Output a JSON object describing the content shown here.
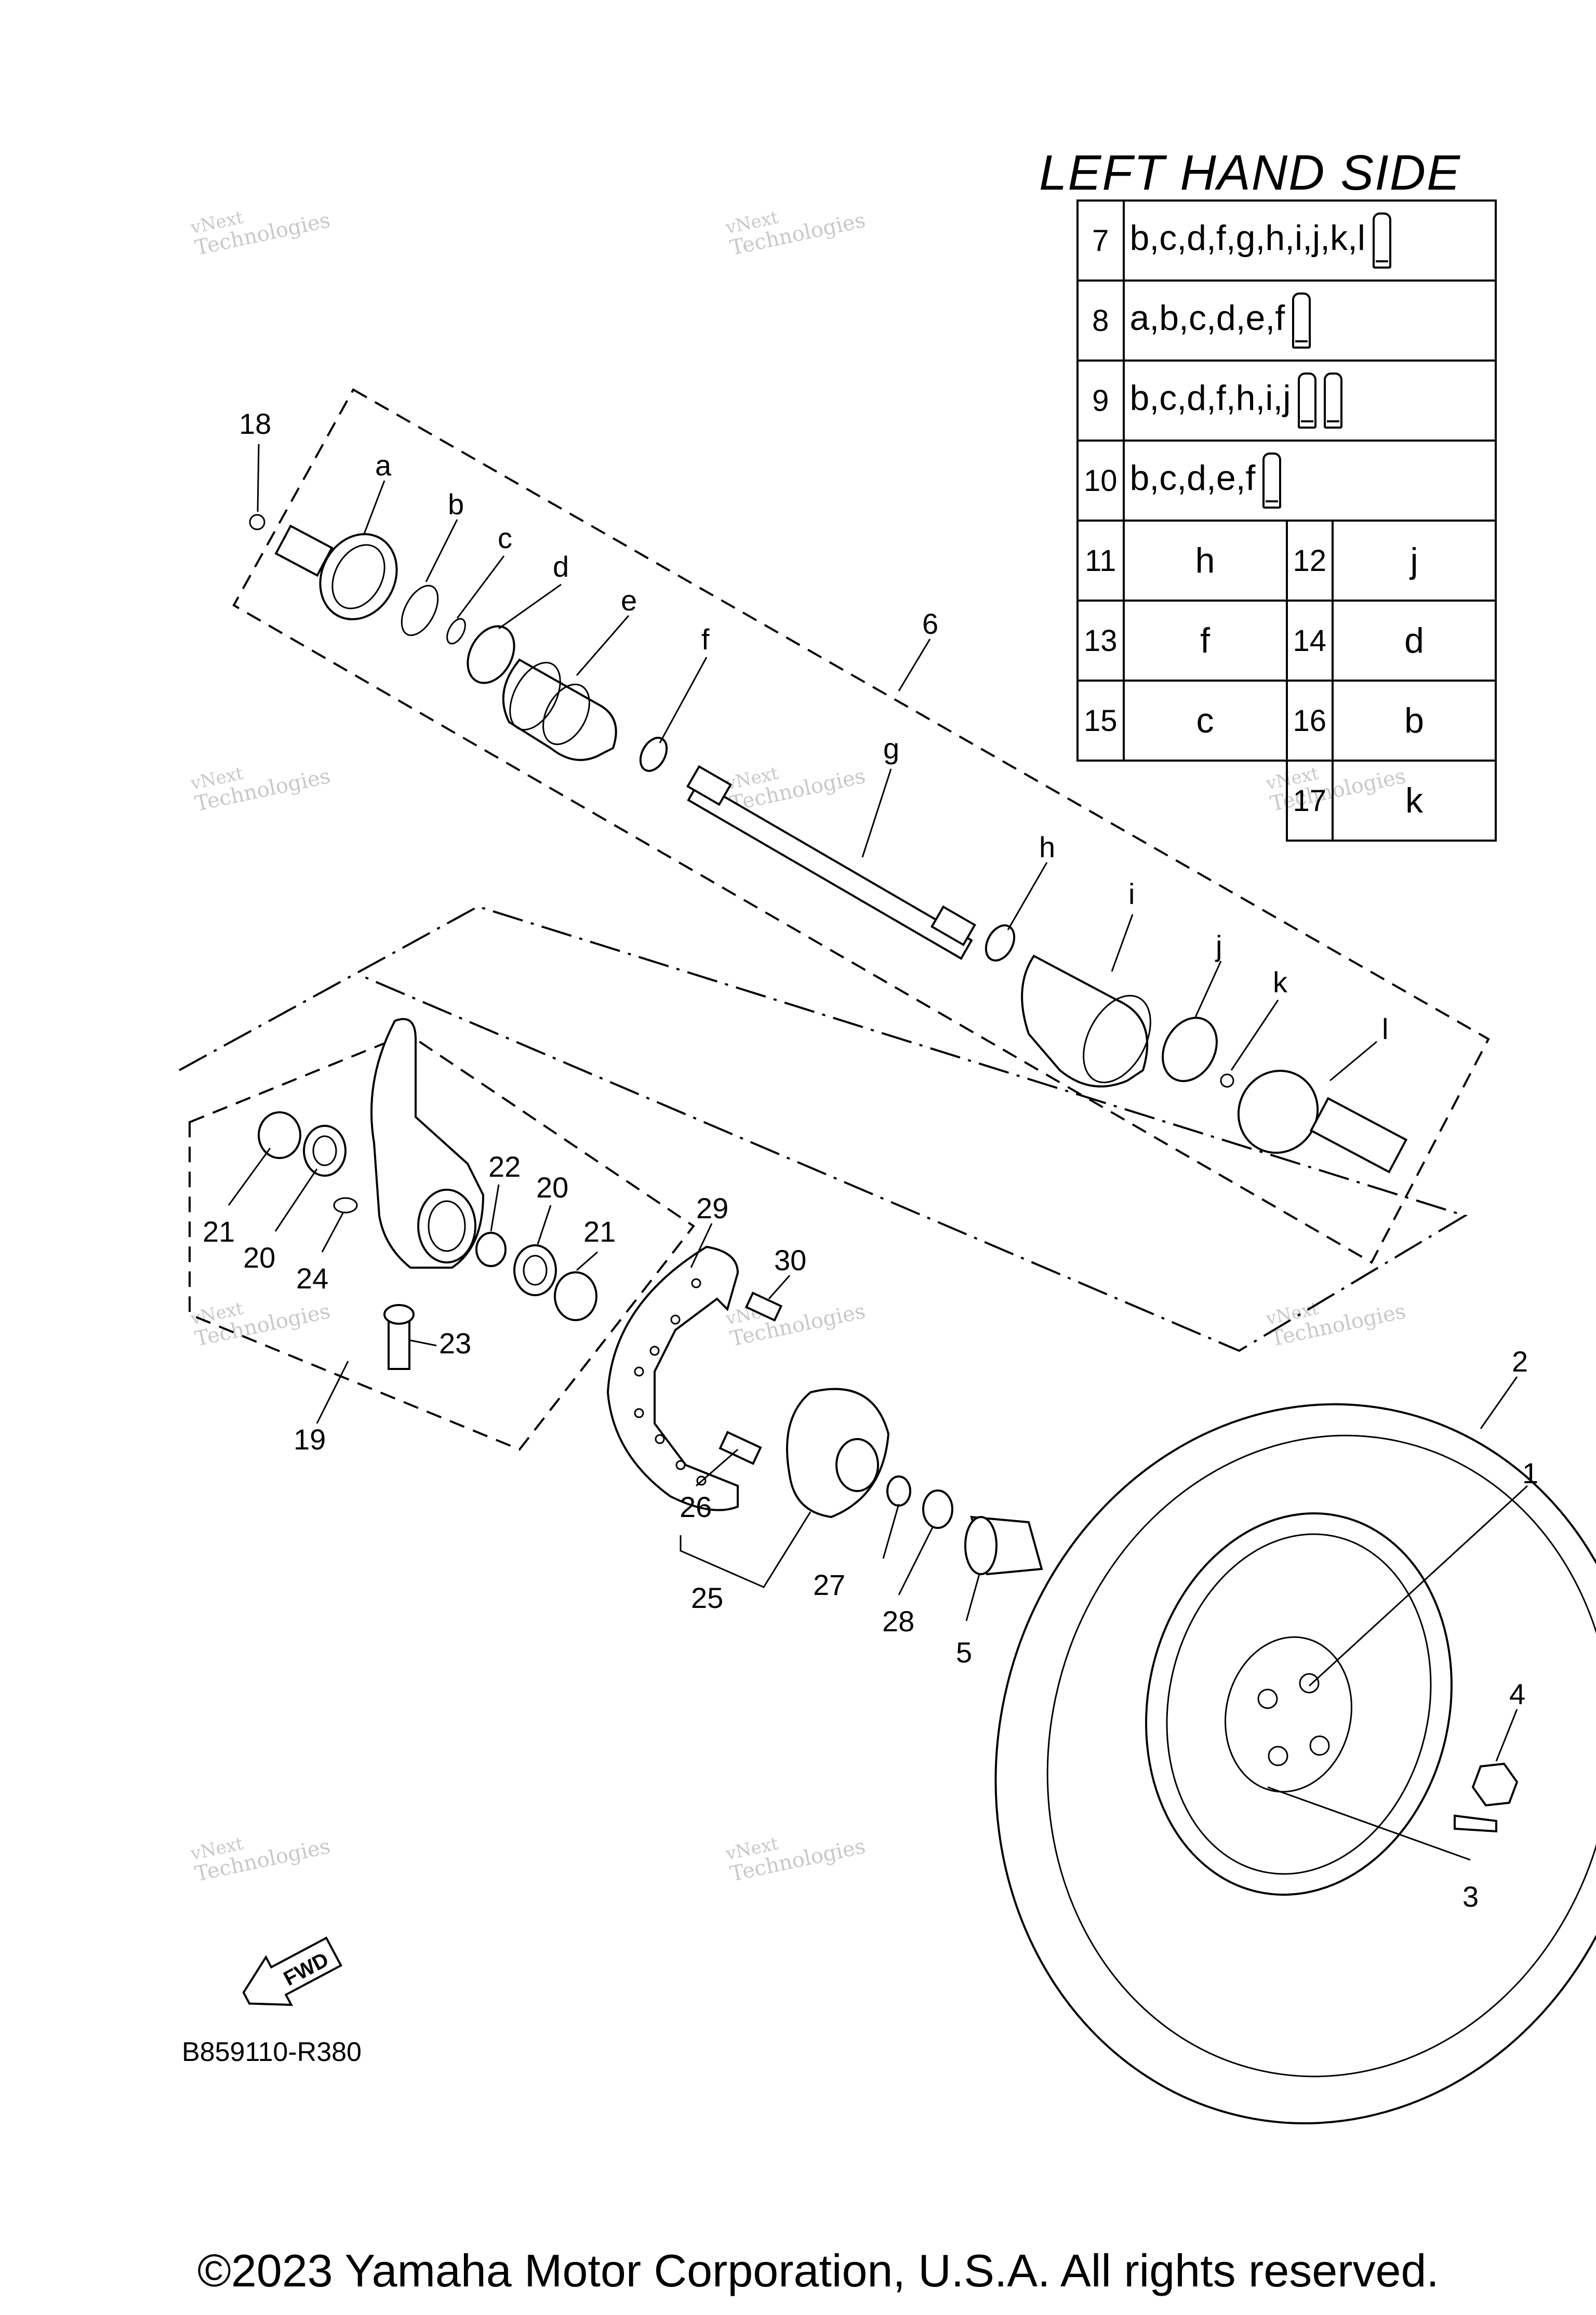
{
  "title": "LEFT HAND SIDE",
  "parts_table": {
    "rows": [
      {
        "cells": [
          {
            "num": "7",
            "letters": "b,c,d,f,g,h,i,j,k,l",
            "grease_icons": 1
          }
        ]
      },
      {
        "cells": [
          {
            "num": "8",
            "letters": "a,b,c,d,e,f",
            "grease_icons": 1
          }
        ]
      },
      {
        "cells": [
          {
            "num": "9",
            "letters": "b,c,d,f,h,i,j",
            "grease_icons": 2
          }
        ]
      },
      {
        "cells": [
          {
            "num": "10",
            "letters": "b,c,d,e,f",
            "grease_icons": 1
          }
        ]
      },
      {
        "cells": [
          {
            "num": "11",
            "letters": "h"
          },
          {
            "num": "12",
            "letters": "j"
          }
        ]
      },
      {
        "cells": [
          {
            "num": "13",
            "letters": "f"
          },
          {
            "num": "14",
            "letters": "d"
          }
        ]
      },
      {
        "cells": [
          {
            "num": "15",
            "letters": "c"
          },
          {
            "num": "16",
            "letters": "b"
          }
        ]
      },
      {
        "cells": [
          {
            "num": "17",
            "letters": "k"
          }
        ]
      }
    ]
  },
  "callouts": [
    "18",
    "a",
    "b",
    "c",
    "d",
    "e",
    "f",
    "6",
    "g",
    "h",
    "i",
    "j",
    "k",
    "l",
    "22",
    "20",
    "21",
    "21",
    "20",
    "24",
    "23",
    "19",
    "29",
    "30",
    "26",
    "25",
    "27",
    "28",
    "5",
    "2",
    "1",
    "4",
    "3"
  ],
  "watermark": {
    "line1": "vNext",
    "line2": "Technologies",
    "text": "Technologies"
  },
  "fwd_label": "FWD",
  "diagram_code": "B859110-R380",
  "copyright": "©2023 Yamaha Motor Corporation, U.S.A. All rights reserved.",
  "icons": {
    "grease": "grease-tube-icon",
    "arrow": "fwd-arrow-icon"
  }
}
